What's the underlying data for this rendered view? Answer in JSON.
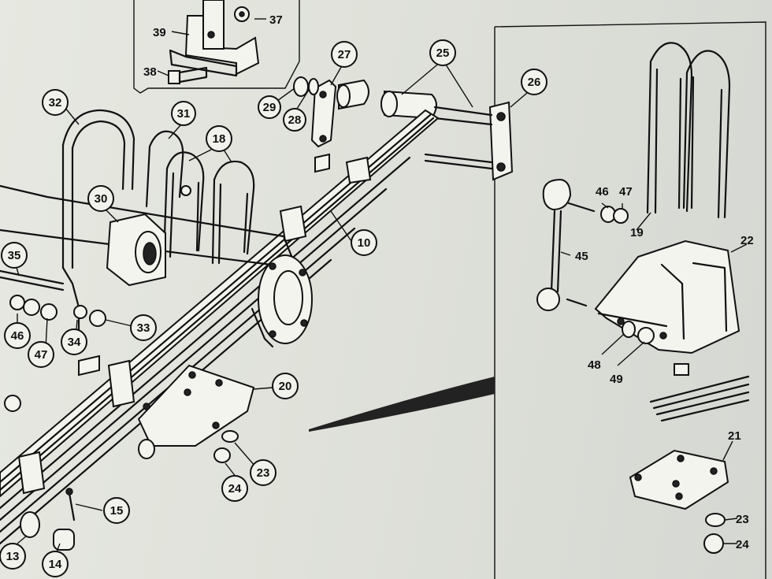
{
  "diagram": {
    "callouts": [
      {
        "id": "c37",
        "label": "37"
      },
      {
        "id": "c39",
        "label": "39"
      },
      {
        "id": "c38",
        "label": "38"
      },
      {
        "id": "c25",
        "label": "25"
      },
      {
        "id": "c27",
        "label": "27"
      },
      {
        "id": "c26",
        "label": "26"
      },
      {
        "id": "c29",
        "label": "29"
      },
      {
        "id": "c28",
        "label": "28"
      },
      {
        "id": "c32",
        "label": "32"
      },
      {
        "id": "c31",
        "label": "31"
      },
      {
        "id": "c18",
        "label": "18"
      },
      {
        "id": "c30",
        "label": "30"
      },
      {
        "id": "c10",
        "label": "10"
      },
      {
        "id": "c35",
        "label": "35"
      },
      {
        "id": "c46a",
        "label": "46"
      },
      {
        "id": "c47a",
        "label": "47"
      },
      {
        "id": "c34",
        "label": "34"
      },
      {
        "id": "c33",
        "label": "33"
      },
      {
        "id": "c20",
        "label": "20"
      },
      {
        "id": "c23a",
        "label": "23"
      },
      {
        "id": "c24a",
        "label": "24"
      },
      {
        "id": "c15",
        "label": "15"
      },
      {
        "id": "c13",
        "label": "13"
      },
      {
        "id": "c14",
        "label": "14"
      },
      {
        "id": "c46b",
        "label": "46"
      },
      {
        "id": "c47b",
        "label": "47"
      },
      {
        "id": "c19",
        "label": "19"
      },
      {
        "id": "c22",
        "label": "22"
      },
      {
        "id": "c45",
        "label": "45"
      },
      {
        "id": "c48",
        "label": "48"
      },
      {
        "id": "c49",
        "label": "49"
      },
      {
        "id": "c21",
        "label": "21"
      },
      {
        "id": "c23b",
        "label": "23"
      },
      {
        "id": "c24b",
        "label": "24"
      }
    ]
  }
}
